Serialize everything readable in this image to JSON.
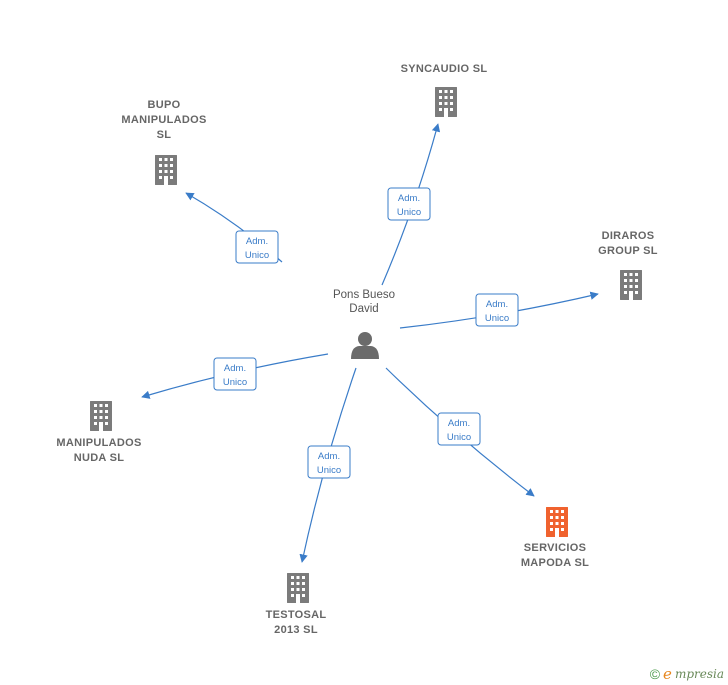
{
  "person": {
    "lines": [
      "Pons Bueso",
      "David"
    ]
  },
  "colors": {
    "edge": "#3a7cc8",
    "company": "#7b7b7b",
    "highlight": "#f0622e",
    "person": "#6b6b6b"
  },
  "companies": [
    {
      "id": "bupo",
      "lines": [
        "BUPO",
        "MANIPULADOS",
        "SL"
      ],
      "highlight": false
    },
    {
      "id": "syncaudio",
      "lines": [
        "SYNCAUDIO SL"
      ],
      "highlight": false
    },
    {
      "id": "diraros",
      "lines": [
        "DIRAROS",
        "GROUP  SL"
      ],
      "highlight": false
    },
    {
      "id": "manipulados-nuda",
      "lines": [
        "MANIPULADOS",
        "NUDA  SL"
      ],
      "highlight": false
    },
    {
      "id": "testosal",
      "lines": [
        "TESTOSAL",
        "2013 SL"
      ],
      "highlight": false
    },
    {
      "id": "servicios-mapoda",
      "lines": [
        "SERVICIOS",
        "MAPODA  SL"
      ],
      "highlight": true
    }
  ],
  "edges": [
    {
      "to": "bupo",
      "role": [
        "Adm.",
        "Unico"
      ]
    },
    {
      "to": "syncaudio",
      "role": [
        "Adm.",
        "Unico"
      ]
    },
    {
      "to": "diraros",
      "role": [
        "Adm.",
        "Unico"
      ]
    },
    {
      "to": "manipulados-nuda",
      "role": [
        "Adm.",
        "Unico"
      ]
    },
    {
      "to": "testosal",
      "role": [
        "Adm.",
        "Unico"
      ]
    },
    {
      "to": "servicios-mapoda",
      "role": [
        "Adm.",
        "Unico"
      ]
    }
  ],
  "footer": {
    "copyright": "©",
    "brand_initial": "e",
    "brand_rest": "mpresia"
  }
}
